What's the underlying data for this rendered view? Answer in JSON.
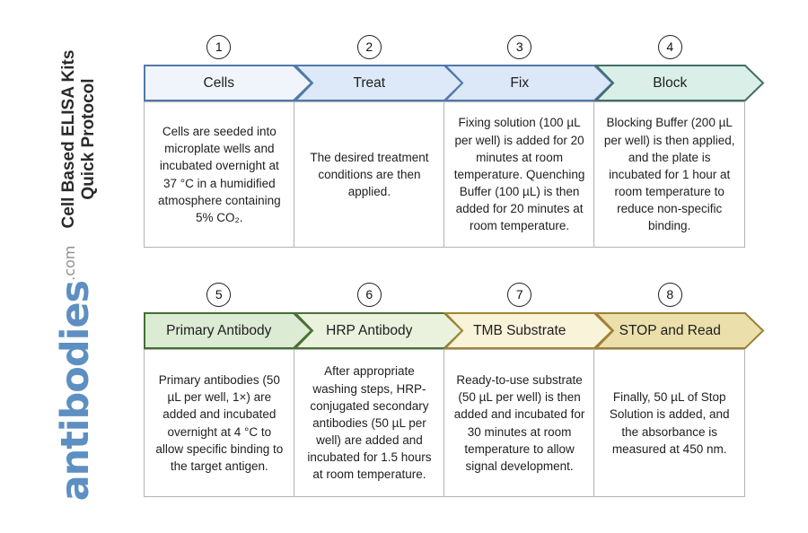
{
  "sidebar": {
    "title_line1": "Cell Based ELISA Kits",
    "title_line2": "Quick Protocol",
    "logo_text": "antibodies",
    "logo_suffix": ".com",
    "logo_color": "#5d8fc2",
    "logo_suffix_color": "#8f8f8f"
  },
  "steps": [
    {
      "number": "1",
      "label": "Cells",
      "description": "Cells are seeded into microplate wells and incubated overnight at 37 °C in a humidified atmosphere containing 5% CO₂.",
      "colors": {
        "fill": "#f0f5fb",
        "border": "#4f79ab"
      }
    },
    {
      "number": "2",
      "label": "Treat",
      "description": "The desired treatment conditions are then applied.",
      "colors": {
        "fill": "#dde8f8",
        "border": "#4f79ab"
      }
    },
    {
      "number": "3",
      "label": "Fix",
      "description": "Fixing solution (100 µL per well) is added for 20 minutes at room temperature. Quenching Buffer (100 µL) is then added for 20 minutes at room temperature.",
      "colors": {
        "fill": "#dce7f8",
        "border": "#4f79ab"
      }
    },
    {
      "number": "4",
      "label": "Block",
      "description": "Blocking Buffer (200 µL per well) is then applied, and the plate is incubated for 1 hour at room temperature to reduce non-specific binding.",
      "colors": {
        "fill": "#d9efe7",
        "border": "#426e66"
      }
    },
    {
      "number": "5",
      "label": "Primary Antibody",
      "description": "Primary antibodies (50 µL per well, 1×) are added and incubated overnight at 4 °C to allow specific binding to the target antigen.",
      "colors": {
        "fill": "#dcebd4",
        "border": "#41702f"
      }
    },
    {
      "number": "6",
      "label": "HRP Antibody",
      "description": "After appropriate washing steps, HRP-conjugated secondary antibodies (50 µL per well) are added and incubated for 1.5 hours at room temperature.",
      "colors": {
        "fill": "#eaf2dd",
        "border": "#4c7036"
      }
    },
    {
      "number": "7",
      "label": "TMB Substrate",
      "description": "Ready-to-use substrate (50 µL per well) is then added and incubated for 30 minutes at room temperature to allow signal development.",
      "colors": {
        "fill": "#f8f3d9",
        "border": "#a3842f"
      }
    },
    {
      "number": "8",
      "label": "STOP and Read",
      "description": "Finally, 50 µL of Stop Solution is added, and the absorbance is measured at 450 nm.",
      "colors": {
        "fill": "#ebdfab",
        "border": "#9c8136"
      }
    }
  ]
}
